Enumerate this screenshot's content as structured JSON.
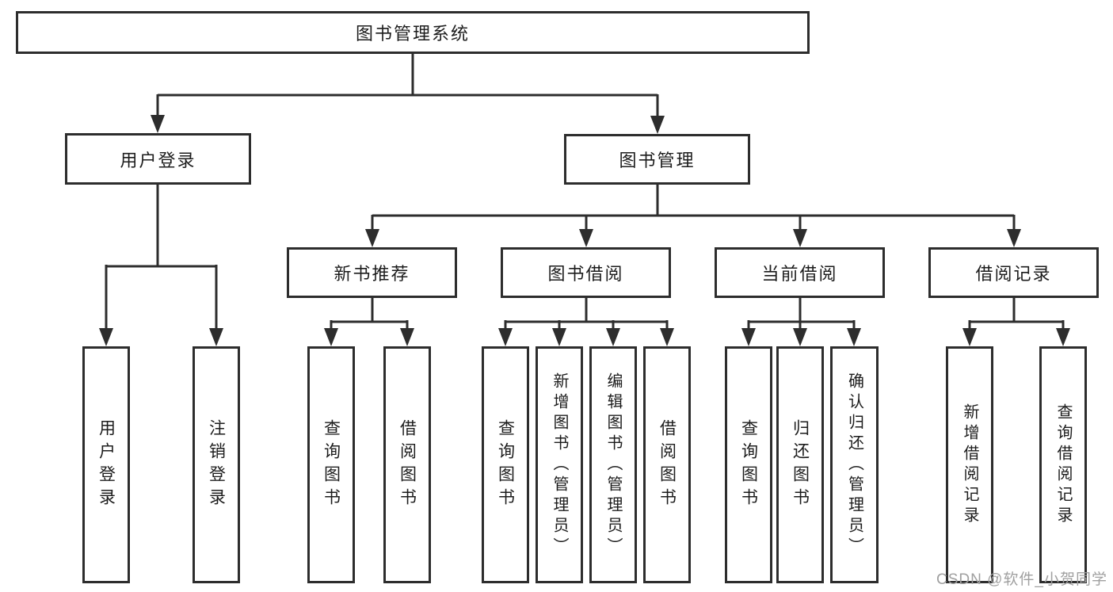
{
  "tree": {
    "root": "图书管理系统",
    "children": [
      {
        "label": "用户登录",
        "children": [
          "用户登录",
          "注销登录"
        ]
      },
      {
        "label": "图书管理",
        "children": [
          {
            "label": "新书推荐",
            "children": [
              "查询图书",
              "借阅图书"
            ]
          },
          {
            "label": "图书借阅",
            "children": [
              "查询图书",
              "新增图书（管理员）",
              "编辑图书（管理员）",
              "借阅图书"
            ]
          },
          {
            "label": "当前借阅",
            "children": [
              "查询图书",
              "归还图书",
              "确认归还（管理员）"
            ]
          },
          {
            "label": "借阅记录",
            "children": [
              "新增借阅记录",
              "查询借阅记录"
            ]
          }
        ]
      }
    ]
  },
  "watermark": {
    "text": "CSDN @软件_小贺同学"
  },
  "colors": {
    "line": "#2d2d2d",
    "text": "#1c1c1c",
    "watermark": "#a0a0a0"
  }
}
